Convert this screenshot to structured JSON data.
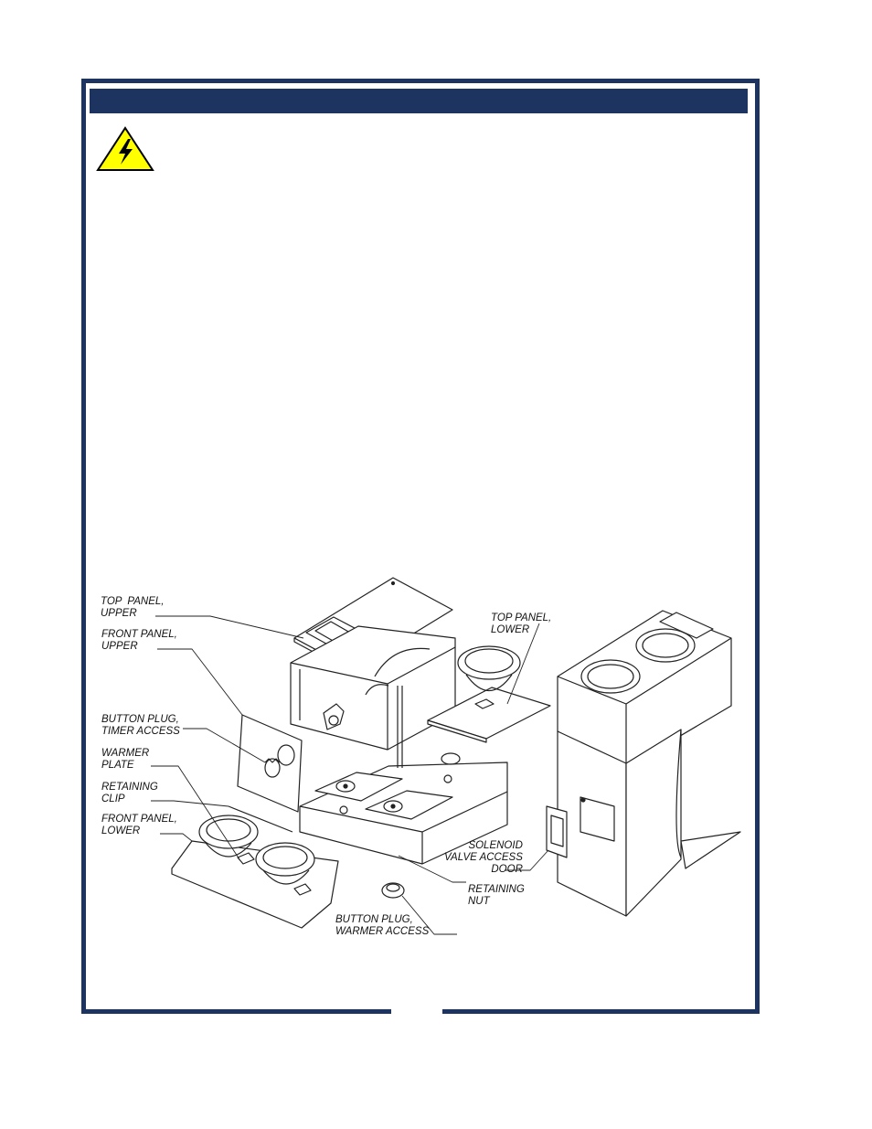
{
  "colors": {
    "frame": "#1d3461",
    "warning_fill": "#ffff00",
    "line": "#222222"
  },
  "icons": {
    "warning": "high-voltage-warning-icon"
  },
  "labels": {
    "top_panel_upper": "TOP  PANEL,\nUPPER",
    "front_panel_upper": "FRONT PANEL,\nUPPER",
    "button_plug_timer": "BUTTON PLUG,\nTIMER ACCESS",
    "warmer_plate": "WARMER\nPLATE",
    "retaining_clip": "RETAINING\nCLIP",
    "front_panel_lower": "FRONT PANEL,\nLOWER",
    "top_panel_lower": "TOP PANEL,\nLOWER",
    "solenoid_valve": "SOLENOID\nVALVE ACCESS\nDOOR",
    "retaining_nut": "RETAINING\nNUT",
    "button_plug_warmer": "BUTTON PLUG,\nWARMER ACCESS"
  }
}
